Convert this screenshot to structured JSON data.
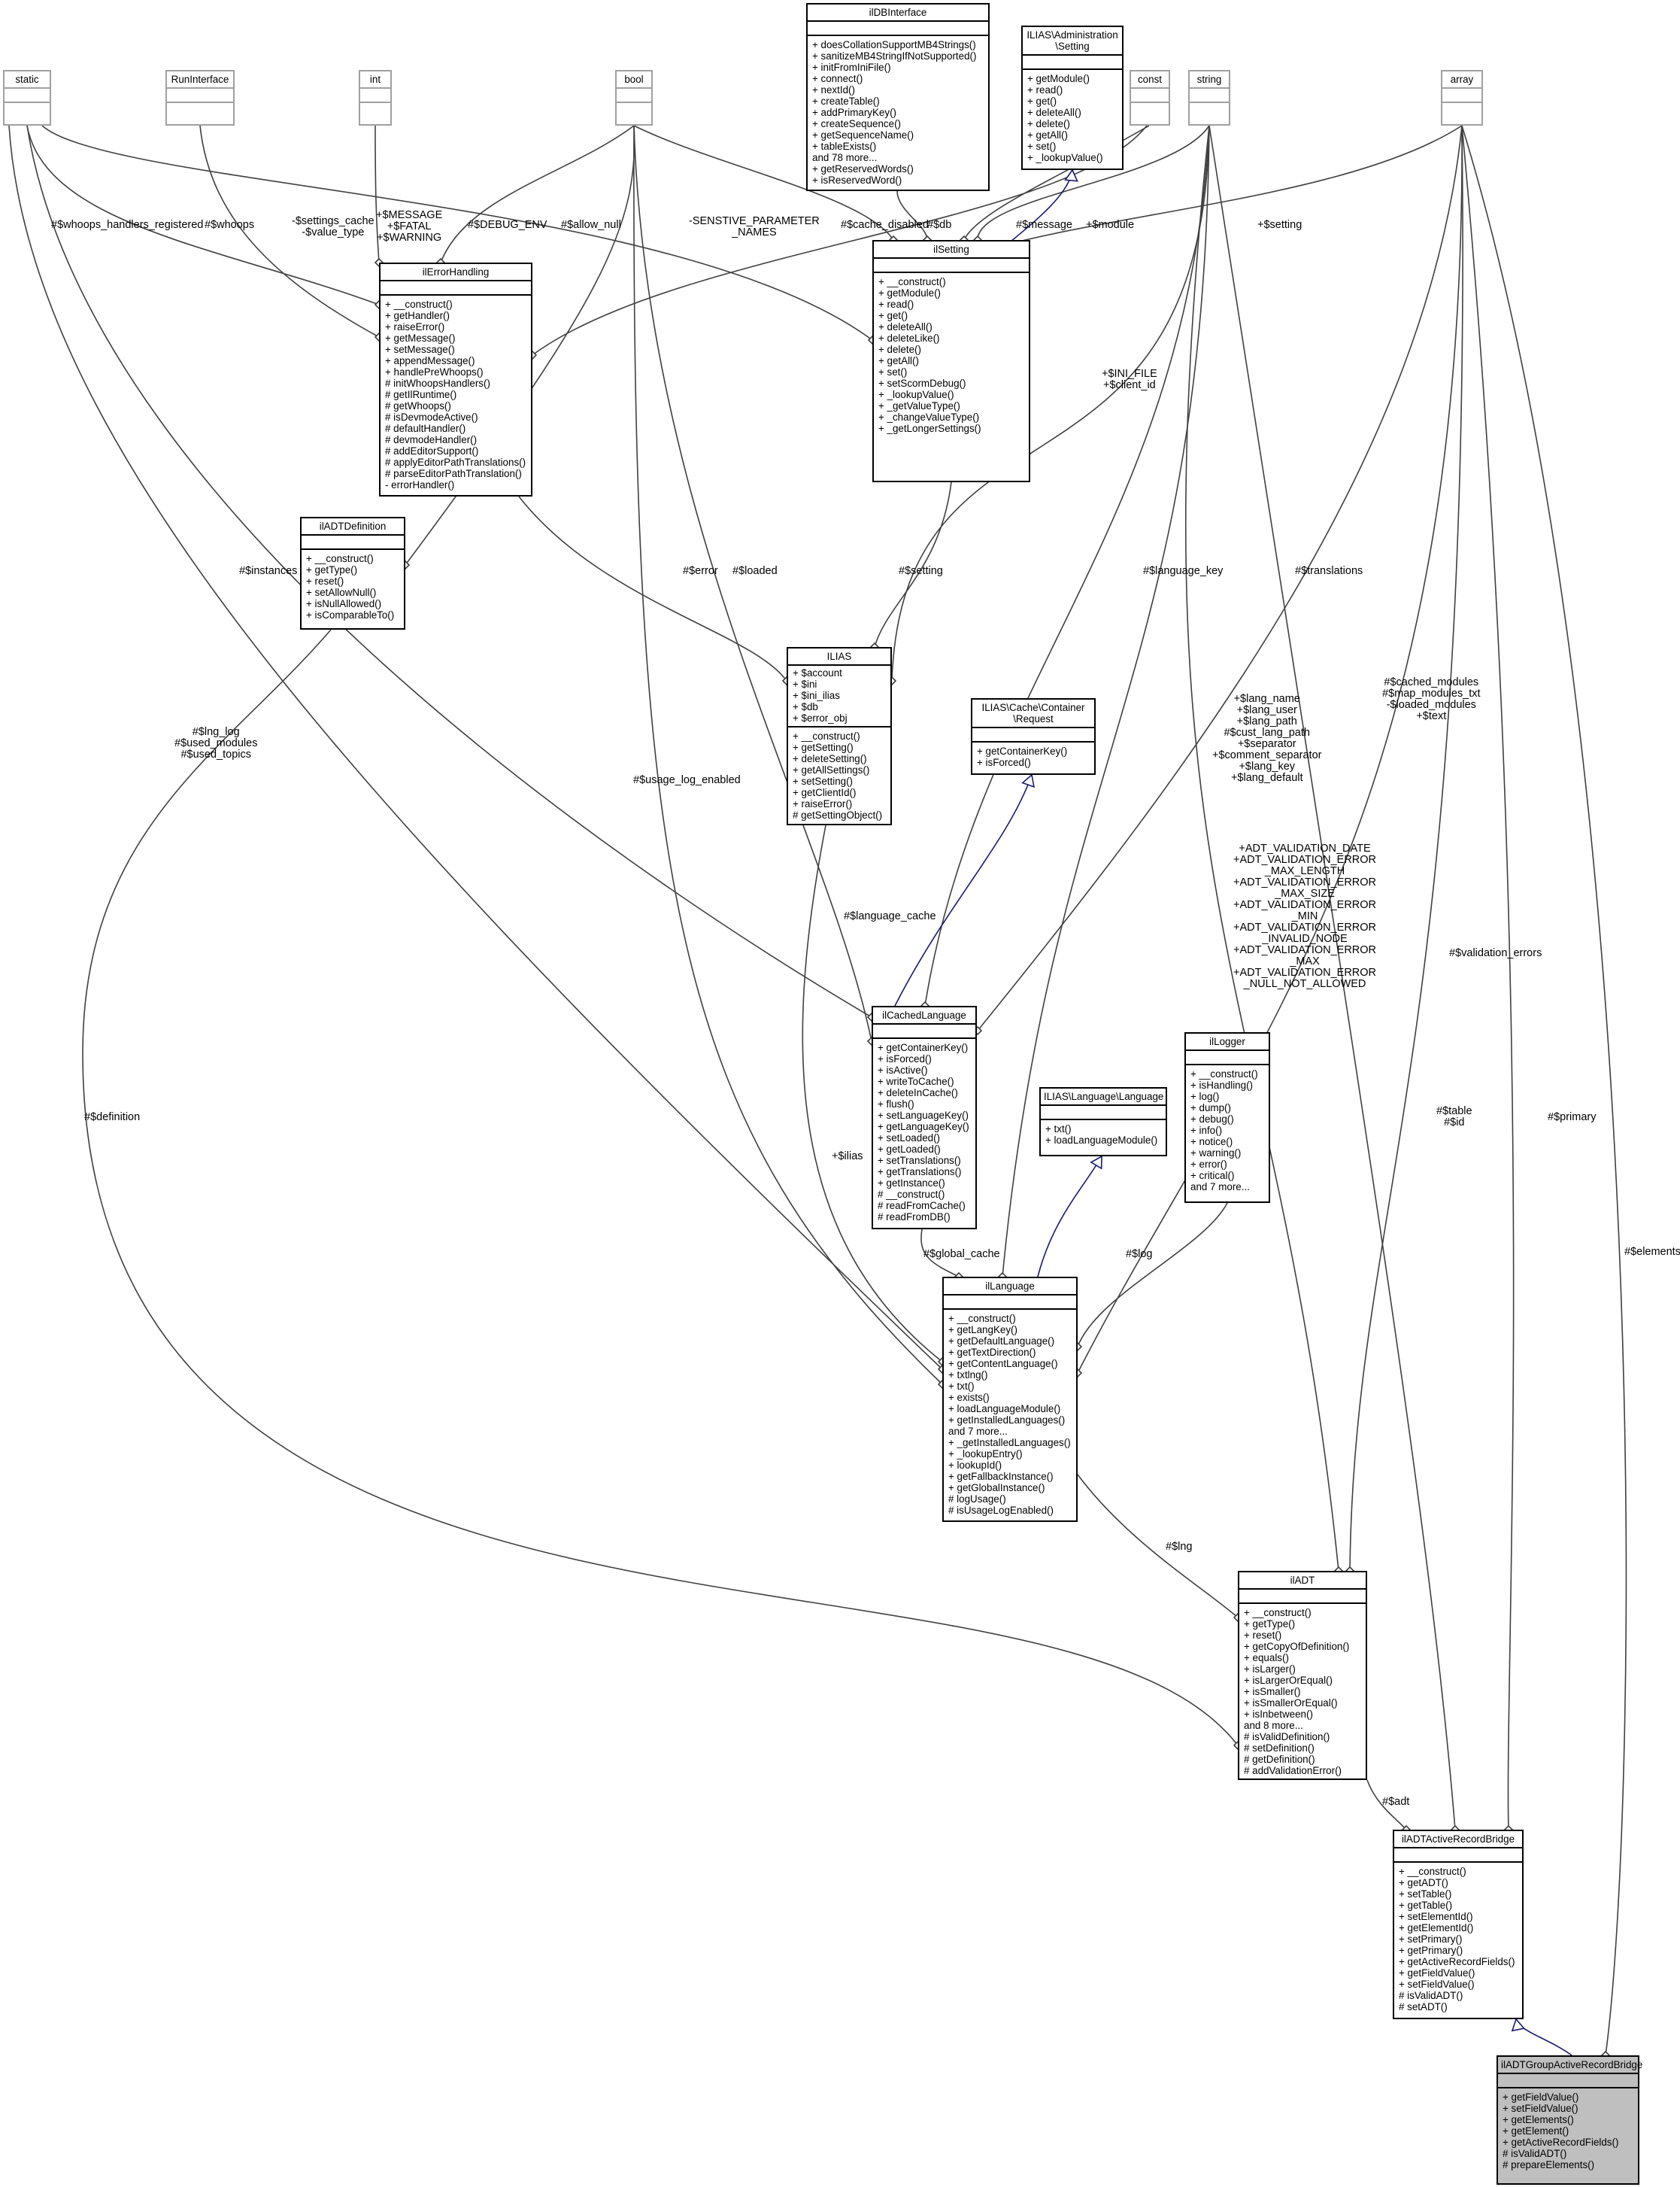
{
  "classes": {
    "static": {
      "name": "static"
    },
    "runinterface": {
      "name": "RunInterface"
    },
    "int": {
      "name": "int"
    },
    "bool": {
      "name": "bool"
    },
    "ildbinterface": {
      "name": "ilDBInterface",
      "methods": [
        "+ doesCollationSupportMB4Strings()",
        "+ sanitizeMB4StringIfNotSupported()",
        "+ initFromIniFile()",
        "+ connect()",
        "+ nextId()",
        "+ createTable()",
        "+ addPrimaryKey()",
        "+ createSequence()",
        "+ getSequenceName()",
        "+ tableExists()",
        "and 78 more...",
        "+ getReservedWords()",
        "+ isReservedWord()"
      ]
    },
    "admin_setting": {
      "name": "ILIAS\\Administration\n\\Setting",
      "methods": [
        "+ getModule()",
        "+ read()",
        "+ get()",
        "+ deleteAll()",
        "+ delete()",
        "+ getAll()",
        "+ set()",
        "+ _lookupValue()"
      ]
    },
    "const": {
      "name": "const"
    },
    "string": {
      "name": "string"
    },
    "array": {
      "name": "array"
    },
    "ilerrorhandling": {
      "name": "ilErrorHandling",
      "methods": [
        "+ __construct()",
        "+ getHandler()",
        "+ raiseError()",
        "+ getMessage()",
        "+ setMessage()",
        "+ appendMessage()",
        "+ handlePreWhoops()",
        "# initWhoopsHandlers()",
        "# getIlRuntime()",
        "# getWhoops()",
        "# isDevmodeActive()",
        "# defaultHandler()",
        "# devmodeHandler()",
        "# addEditorSupport()",
        "# applyEditorPathTranslations()",
        "# parseEditorPathTranslation()",
        "- errorHandler()"
      ]
    },
    "ilsetting": {
      "name": "ilSetting",
      "methods": [
        "+ __construct()",
        "+ getModule()",
        "+ read()",
        "+ get()",
        "+ deleteAll()",
        "+ deleteLike()",
        "+ delete()",
        "+ getAll()",
        "+ set()",
        "+ setScormDebug()",
        "+ _lookupValue()",
        "+ _getValueType()",
        "+ _changeValueType()",
        "+ _getLongerSettings()"
      ]
    },
    "iladtdefinition": {
      "name": "ilADTDefinition",
      "methods": [
        "+ __construct()",
        "+ getType()",
        "+ reset()",
        "+ setAllowNull()",
        "+ isNullAllowed()",
        "+ isComparableTo()"
      ]
    },
    "ilias": {
      "name": "ILIAS",
      "attrs": [
        "+ $account",
        "+ $ini",
        "+ $ini_ilias",
        "+ $db",
        "+ $error_obj"
      ],
      "methods": [
        "+ __construct()",
        "+ getSetting()",
        "+ deleteSetting()",
        "+ getAllSettings()",
        "+ setSetting()",
        "+ getClientId()",
        "+ raiseError()",
        "# getSettingObject()"
      ]
    },
    "cache_request": {
      "name": "ILIAS\\Cache\\Container\n\\Request",
      "methods": [
        "+ getContainerKey()",
        "+ isForced()"
      ]
    },
    "ilcachedlanguage": {
      "name": "ilCachedLanguage",
      "methods": [
        "+ getContainerKey()",
        "+ isForced()",
        "+ isActive()",
        "+ writeToCache()",
        "+ deleteInCache()",
        "+ flush()",
        "+ setLanguageKey()",
        "+ getLanguageKey()",
        "+ setLoaded()",
        "+ getLoaded()",
        "+ setTranslations()",
        "+ getTranslations()",
        "+ getInstance()",
        "# __construct()",
        "# readFromCache()",
        "# readFromDB()"
      ]
    },
    "illogger": {
      "name": "ilLogger",
      "methods": [
        "+ __construct()",
        "+ isHandling()",
        "+ log()",
        "+ dump()",
        "+ debug()",
        "+ info()",
        "+ notice()",
        "+ warning()",
        "+ error()",
        "+ critical()",
        "and 7 more..."
      ]
    },
    "language_iface": {
      "name": "ILIAS\\Language\\Language",
      "methods": [
        "+ txt()",
        "+ loadLanguageModule()"
      ]
    },
    "illanguage": {
      "name": "ilLanguage",
      "methods": [
        "+ __construct()",
        "+ getLangKey()",
        "+ getDefaultLanguage()",
        "+ getTextDirection()",
        "+ getContentLanguage()",
        "+ txtlng()",
        "+ txt()",
        "+ exists()",
        "+ loadLanguageModule()",
        "+ getInstalledLanguages()",
        "and 7 more...",
        "+ _getInstalledLanguages()",
        "+ _lookupEntry()",
        "+ lookupId()",
        "+ getFallbackInstance()",
        "+ getGlobalInstance()",
        "# logUsage()",
        "# isUsageLogEnabled()"
      ]
    },
    "iladt": {
      "name": "ilADT",
      "methods": [
        "+ __construct()",
        "+ getType()",
        "+ reset()",
        "+ getCopyOfDefinition()",
        "+ equals()",
        "+ isLarger()",
        "+ isLargerOrEqual()",
        "+ isSmaller()",
        "+ isSmallerOrEqual()",
        "+ isInbetween()",
        "and 8 more...",
        "# isValidDefinition()",
        "# setDefinition()",
        "# getDefinition()",
        "# addValidationError()"
      ]
    },
    "iladtactiverecordbridge": {
      "name": "ilADTActiveRecordBridge",
      "methods": [
        "+ __construct()",
        "+ getADT()",
        "+ setTable()",
        "+ getTable()",
        "+ setElementId()",
        "+ getElementId()",
        "+ setPrimary()",
        "+ getPrimary()",
        "+ getActiveRecordFields()",
        "+ getFieldValue()",
        "+ setFieldValue()",
        "# isValidADT()",
        "# setADT()"
      ]
    },
    "iladtgroupactiverecordbridge": {
      "name": "ilADTGroupActiveRecordBridge",
      "methods": [
        "+ getFieldValue()",
        "+ setFieldValue()",
        "+ getElements()",
        "+ getElement()",
        "+ getActiveRecordFields()",
        "# isValidADT()",
        "# prepareElements()"
      ]
    }
  },
  "edge_labels": {
    "whoops_handlers_registered": "#$whoops_handlers_registered",
    "whoops": "#$whoops",
    "settings_cache": "-$settings_cache\n-$value_type",
    "message_fatal": "+$MESSAGE\n+$FATAL\n+$WARNING",
    "debug_env": "#$DEBUG_ENV",
    "allow_null": "#$allow_null",
    "sensitive": "-SENSTIVE_PARAMETER\n_NAMES",
    "cache_disabled": "#$cache_disabled",
    "db": "#$db",
    "message": "#$message",
    "module": "+$module",
    "setting_plus": "+$setting",
    "ini_file": "+$INI_FILE\n+$client_id",
    "instances": "#$instances",
    "error": "#$error",
    "loaded": "#$loaded",
    "setting_hash": "#$setting",
    "language_key": "#$language_key",
    "translations": "#$translations",
    "lng_log": "#$lng_log\n#$used_modules\n#$used_topics",
    "usage_log_enabled": "#$usage_log_enabled",
    "lang_name": "+$lang_name\n+$lang_user\n+$lang_path\n#$cust_lang_path\n+$separator\n+$comment_separator\n+$lang_key\n+$lang_default",
    "cached_modules": "#$cached_modules\n#$map_modules_txt\n-$loaded_modules\n+$text",
    "language_cache": "#$language_cache",
    "adt_validation": "+ADT_VALIDATION_DATE\n+ADT_VALIDATION_ERROR\n_MAX_LENGTH\n+ADT_VALIDATION_ERROR\n_MAX_SIZE\n+ADT_VALIDATION_ERROR\n_MIN\n+ADT_VALIDATION_ERROR\n_INVALID_NODE\n+ADT_VALIDATION_ERROR\n_MAX\n+ADT_VALIDATION_ERROR\n_NULL_NOT_ALLOWED",
    "validation_errors": "#$validation_errors",
    "definition": "#$definition",
    "ilias_plus": "+$ilias",
    "table_id": "#$table\n#$id",
    "primary": "#$primary",
    "elements": "#$elements",
    "global_cache": "#$global_cache",
    "log": "#$log",
    "lng": "#$lng",
    "adt": "#$adt"
  }
}
